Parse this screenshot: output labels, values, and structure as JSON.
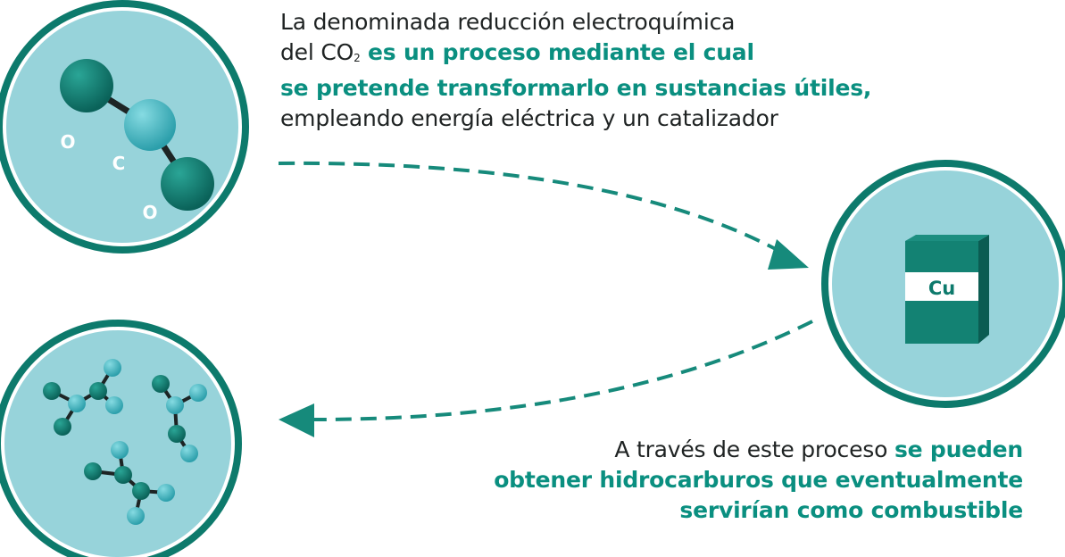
{
  "top_text": {
    "line1": "La denominada reducción electroquímica",
    "line2_normal": "del CO",
    "line2_sub": "2",
    "line2_highlight": " es un proceso mediante el cual",
    "line3_highlight": "se pretende transformarlo en sustancias útiles,",
    "line4": "empleando energía eléctrica y un catalizador"
  },
  "co2_molecule": {
    "atom_o_top": "O",
    "atom_c": "C",
    "atom_o_bottom": "O"
  },
  "catalyst": {
    "label": "Cu"
  },
  "bottom_text": {
    "line1_normal": "A través de este proceso ",
    "line1_highlight": "se pueden",
    "line2_highlight": "obtener hidrocarburos que eventualmente",
    "line3_highlight": "servirían como combustible"
  },
  "colors": {
    "circle_fill": "#97d3da",
    "circle_ring": "#0d7a6c",
    "atom_dark": "#0e7468",
    "atom_light": "#4ab8c3",
    "arrow": "#168a7b",
    "highlight_text": "#0a8f80"
  }
}
